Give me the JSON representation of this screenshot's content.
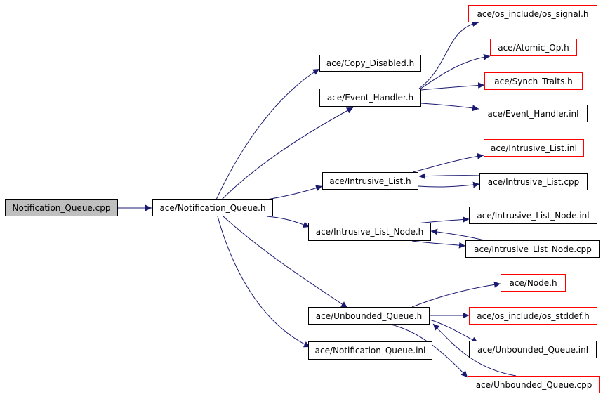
{
  "colors": {
    "edge": "#191970",
    "root_fill": "#bfbfbf",
    "border_default": "#000000",
    "border_incomplete": "#ff0000"
  },
  "nodes": [
    {
      "id": "n0",
      "label": "Notification_Queue.cpp",
      "style": "root"
    },
    {
      "id": "n1",
      "label": "ace/Notification_Queue.h",
      "style": "normal"
    },
    {
      "id": "n2",
      "label": "ace/Copy_Disabled.h",
      "style": "normal"
    },
    {
      "id": "n3",
      "label": "ace/Event_Handler.h",
      "style": "normal"
    },
    {
      "id": "n4",
      "label": "ace/os_include/os_signal.h",
      "style": "incomplete"
    },
    {
      "id": "n5",
      "label": "ace/Atomic_Op.h",
      "style": "incomplete"
    },
    {
      "id": "n6",
      "label": "ace/Synch_Traits.h",
      "style": "incomplete"
    },
    {
      "id": "n7",
      "label": "ace/Event_Handler.inl",
      "style": "normal"
    },
    {
      "id": "n8",
      "label": "ace/Intrusive_List.h",
      "style": "normal"
    },
    {
      "id": "n9",
      "label": "ace/Intrusive_List.inl",
      "style": "incomplete"
    },
    {
      "id": "n10",
      "label": "ace/Intrusive_List.cpp",
      "style": "normal"
    },
    {
      "id": "n11",
      "label": "ace/Intrusive_List_Node.h",
      "style": "normal"
    },
    {
      "id": "n12",
      "label": "ace/Intrusive_List_Node.inl",
      "style": "normal"
    },
    {
      "id": "n13",
      "label": "ace/Intrusive_List_Node.cpp",
      "style": "normal"
    },
    {
      "id": "n14",
      "label": "ace/Unbounded_Queue.h",
      "style": "normal"
    },
    {
      "id": "n15",
      "label": "ace/Node.h",
      "style": "incomplete"
    },
    {
      "id": "n16",
      "label": "ace/os_include/os_stddef.h",
      "style": "incomplete"
    },
    {
      "id": "n17",
      "label": "ace/Unbounded_Queue.inl",
      "style": "normal"
    },
    {
      "id": "n18",
      "label": "ace/Unbounded_Queue.cpp",
      "style": "incomplete"
    },
    {
      "id": "n19",
      "label": "ace/Notification_Queue.inl",
      "style": "normal"
    }
  ],
  "edges": [
    {
      "from": "n0",
      "to": "n1"
    },
    {
      "from": "n1",
      "to": "n2"
    },
    {
      "from": "n1",
      "to": "n3"
    },
    {
      "from": "n1",
      "to": "n8"
    },
    {
      "from": "n1",
      "to": "n11"
    },
    {
      "from": "n1",
      "to": "n14"
    },
    {
      "from": "n1",
      "to": "n19"
    },
    {
      "from": "n3",
      "to": "n4"
    },
    {
      "from": "n3",
      "to": "n5"
    },
    {
      "from": "n3",
      "to": "n6"
    },
    {
      "from": "n3",
      "to": "n7"
    },
    {
      "from": "n8",
      "to": "n9"
    },
    {
      "from": "n8",
      "to": "n10"
    },
    {
      "from": "n10",
      "to": "n8"
    },
    {
      "from": "n11",
      "to": "n12"
    },
    {
      "from": "n11",
      "to": "n13"
    },
    {
      "from": "n13",
      "to": "n11"
    },
    {
      "from": "n14",
      "to": "n15"
    },
    {
      "from": "n14",
      "to": "n16"
    },
    {
      "from": "n14",
      "to": "n17"
    },
    {
      "from": "n14",
      "to": "n18"
    },
    {
      "from": "n18",
      "to": "n14"
    }
  ]
}
